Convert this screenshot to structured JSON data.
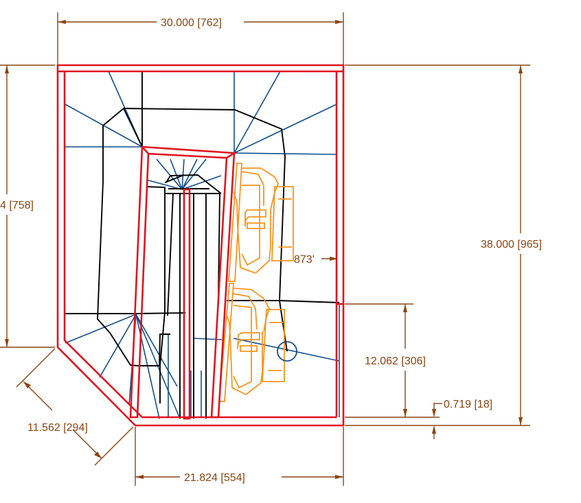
{
  "colors": {
    "dimension": "#8B4513",
    "outer_wall": "#e0141e",
    "plank_lines": "#124e8c",
    "hull_lines": "#000000",
    "engine": "#f7941d"
  },
  "dimensions": {
    "top_width": "30.000 [762]",
    "left_height": "4 [758]",
    "right_height": "38.000 [965]",
    "angle": "873'",
    "mid_height": "12.062 [306]",
    "corner_chamfer": "11.562 [294]",
    "small_offset": "0.719 [18]",
    "bottom_width": "21.824 [554]"
  }
}
